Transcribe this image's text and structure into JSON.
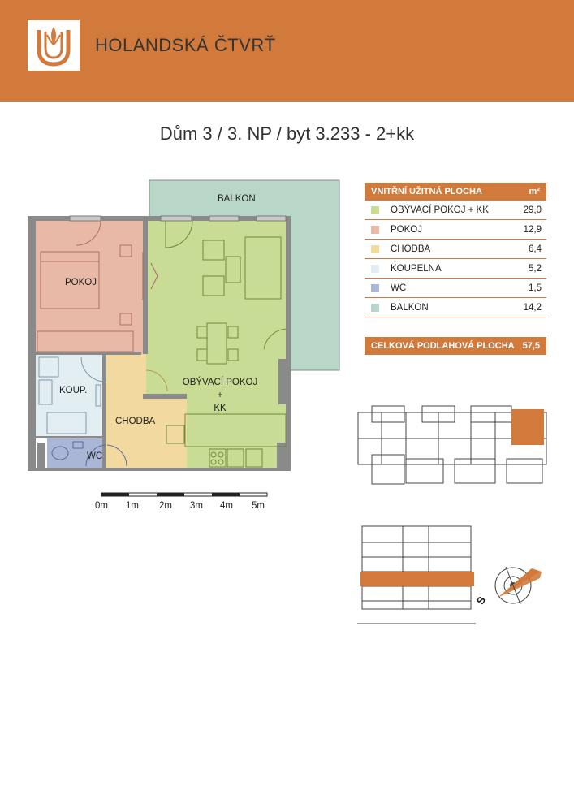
{
  "brand": {
    "name": "HOLANDSKÁ ČTVRŤ",
    "logo": "tulip-u-logo"
  },
  "title": "Dům 3 / 3. NP / byt 3.233 - 2+kk",
  "rooms": {
    "balkon": "BALKON",
    "pokoj": "POKOJ",
    "obyvaci_line1": "OBÝVACÍ POKOJ",
    "obyvaci_line2": "+",
    "obyvaci_line3": "KK",
    "koupelna": "KOUP.",
    "chodba": "CHODBA",
    "wc": "WC"
  },
  "scale": {
    "labels": [
      "0m",
      "1m",
      "2m",
      "3m",
      "4m",
      "5m"
    ]
  },
  "legend": {
    "header_label": "VNITŘNÍ UŽITNÁ PLOCHA",
    "header_unit": "m²",
    "rows": [
      {
        "label": "OBÝVACÍ POKOJ + KK",
        "value": "29,0",
        "color": "#c8dc95"
      },
      {
        "label": "POKOJ",
        "value": "12,9",
        "color": "#e8b9a6"
      },
      {
        "label": "CHODBA",
        "value": "6,4",
        "color": "#f1d9a0"
      },
      {
        "label": "KOUPELNA",
        "value": "5,2",
        "color": "#e3eef3"
      },
      {
        "label": "WC",
        "value": "1,5",
        "color": "#a9b6d6"
      },
      {
        "label": "BALKON",
        "value": "14,2",
        "color": "#b9d7c9"
      }
    ],
    "total_label": "CELKOVÁ PODLAHOVÁ PLOCHA",
    "total_value": "57,5"
  },
  "compass": {
    "label": "S",
    "icon": "compass-icon"
  },
  "colors": {
    "accent": "#d27a3c",
    "wall": "#7a7a7a"
  }
}
